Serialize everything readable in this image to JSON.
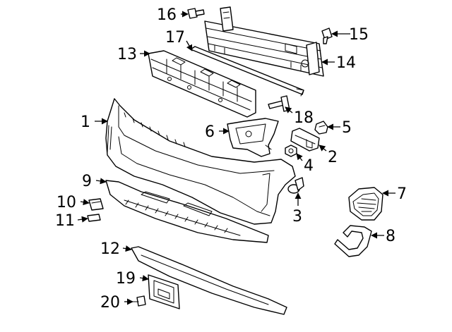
{
  "diagram": {
    "callouts": [
      "1",
      "2",
      "3",
      "4",
      "5",
      "6",
      "7",
      "8",
      "9",
      "10",
      "11",
      "12",
      "13",
      "14",
      "15",
      "16",
      "17",
      "18",
      "19",
      "20"
    ]
  }
}
